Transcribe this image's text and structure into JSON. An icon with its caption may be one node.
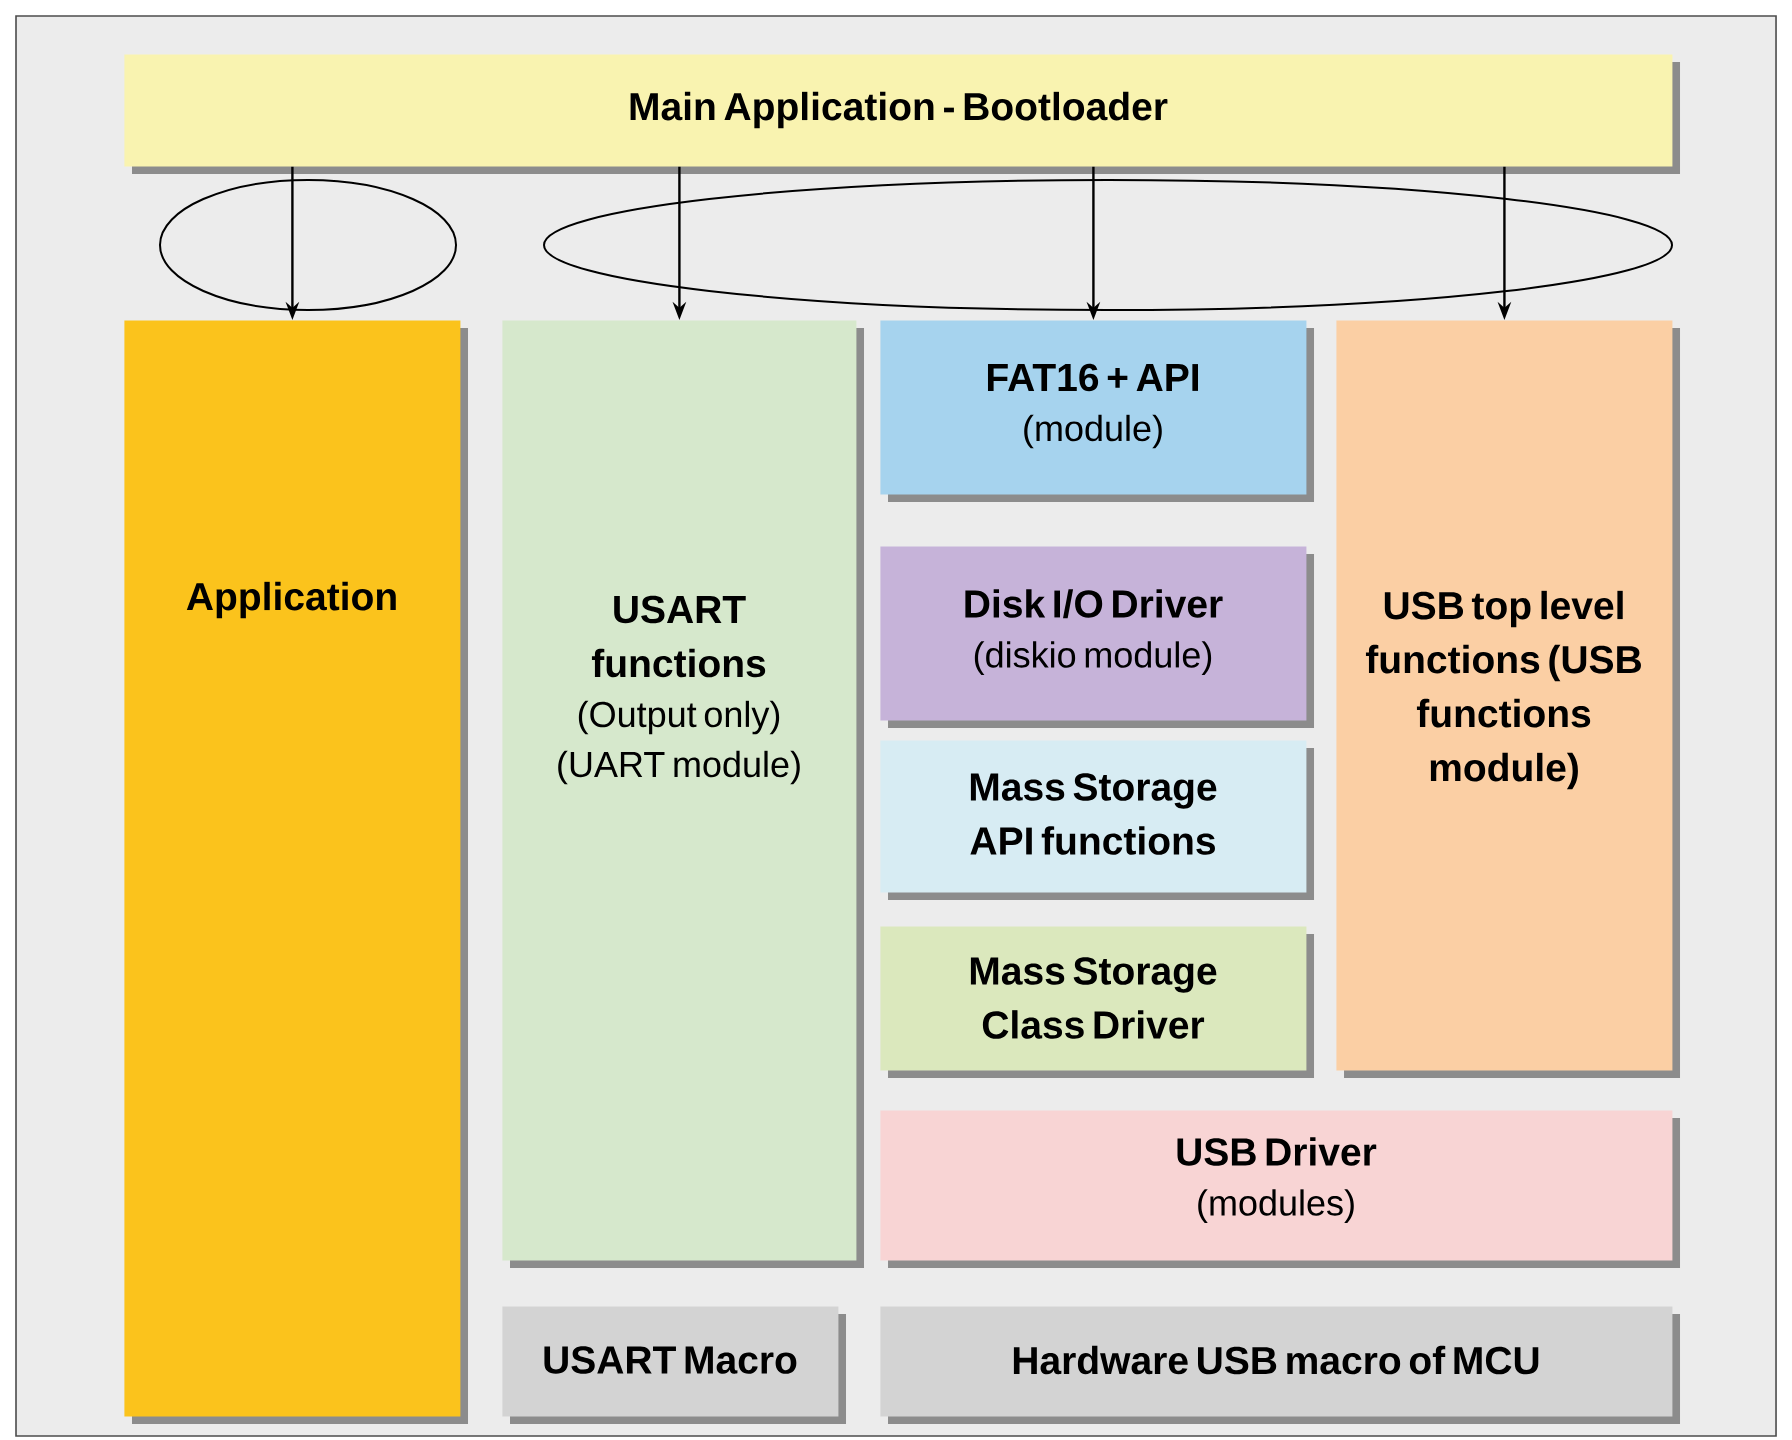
{
  "diagram": {
    "nodes": [
      {
        "text": [
          "Main Application - Bootloader"
        ]
      },
      {
        "text": [
          "Application"
        ]
      },
      {
        "text": [
          "USART functions",
          "(Output only) (UART module)"
        ]
      },
      {
        "text": [
          "FAT16 + API",
          "(module)"
        ]
      },
      {
        "text": [
          "Disk I/O Driver",
          "(diskio module)"
        ]
      },
      {
        "text": [
          "Mass Storage API functions"
        ]
      },
      {
        "text": [
          "Mass Storage Class Driver"
        ]
      },
      {
        "text": [
          "USB top level functions (USB functions module)"
        ]
      },
      {
        "text": [
          "USB Driver",
          "(modules)"
        ]
      },
      {
        "text": [
          "USART Macro"
        ]
      },
      {
        "text": [
          "Hardware USB macro of MCU"
        ]
      }
    ],
    "edges": [
      {
        "from": 0,
        "to": 1,
        "arrow": "to"
      },
      {
        "from": 0,
        "to": 2,
        "arrow": "to"
      },
      {
        "from": 0,
        "to": 3,
        "arrow": "to"
      },
      {
        "from": 0,
        "to": 7,
        "arrow": "to"
      }
    ]
  }
}
